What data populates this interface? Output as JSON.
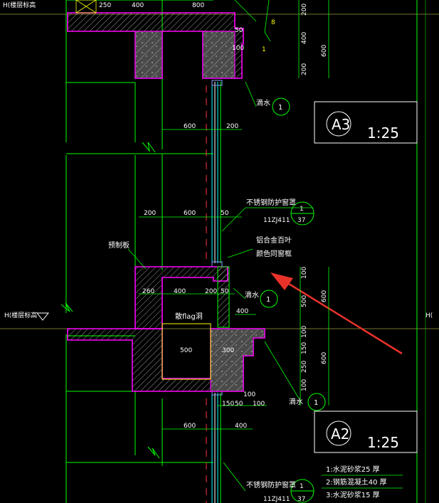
{
  "labels": {
    "floor_elev_top": "H(楼层标高",
    "floor_elev_mid": "H(楼层标高",
    "floor_elev_right": "H(",
    "drip_top": "滴水",
    "drip_mid": "滴水",
    "drip_bot": "滴水",
    "guard_top": "不锈钢防护窗罩",
    "guard_top_ref": "11ZJ411",
    "guard_bot": "不锈钢防护窗罩",
    "guard_bot_ref": "11ZJ411",
    "louver_1": "铝合金百叶",
    "louver_2": "颜色同窗框",
    "precast": "预制板",
    "vent": "散flag洞",
    "detail_top": "A3",
    "scale_top": "1:25",
    "detail_bot": "A2",
    "scale_bot": "1:25",
    "layer_1": "1:水泥砂浆25 厚",
    "layer_2": "2:钢筋混凝土40 厚",
    "layer_3": "3:水泥砂浆15 厚",
    "bubble_a": "1",
    "bubble_b": "37",
    "bubble_c": "1",
    "bubble_d": "37",
    "slope_a": "8",
    "slope_b": "1"
  },
  "dimensions": {
    "top_250": "250",
    "top_400": "400",
    "top_800": "800",
    "top_50": "50",
    "top_100": "100",
    "w600_a": "600",
    "w200_a": "200",
    "w200_b": "200",
    "w600_b": "600",
    "w50_b": "50",
    "m260": "260",
    "m400": "400",
    "m200": "200",
    "m50": "50",
    "m400b": "400",
    "m500": "500",
    "m300": "300",
    "b100": "100",
    "b150": "150",
    "b50": "50",
    "b100b": "100",
    "b600": "600",
    "b400": "400",
    "rv_200a": "200",
    "rv_400": "400",
    "rv_200b": "200",
    "rv_600": "600",
    "rv2_100": "100",
    "rv2_500": "500",
    "rv2_100b": "100",
    "rv2_150": "150",
    "rv2_250": "250",
    "rv2_100c": "100",
    "rv2_600a": "600",
    "rv2_600b": "600"
  },
  "colors": {
    "background": "#000000",
    "line_green": "#00ff00",
    "concrete": "#ff00ff",
    "text": "#ffffff",
    "glass": "#00ffff",
    "annotation_arrow": "#e8322a",
    "level_line": "#9a9a40"
  }
}
